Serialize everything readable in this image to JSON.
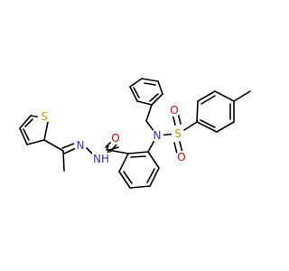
{
  "colors": {
    "carbon": "#000000",
    "nitrogen": "#3333cc",
    "oxygen": "#e00000",
    "sulfur": "#b8a000",
    "background": "#ffffff"
  },
  "labels": {
    "s_thiophene": "S",
    "n_imine": "N",
    "nh_hydrazide": "NH",
    "o_carbonyl": "O",
    "n_sulfonamide": "N",
    "s_sulfonyl": "S",
    "o_sulfonyl_top": "O",
    "o_sulfonyl_bottom": "O"
  }
}
